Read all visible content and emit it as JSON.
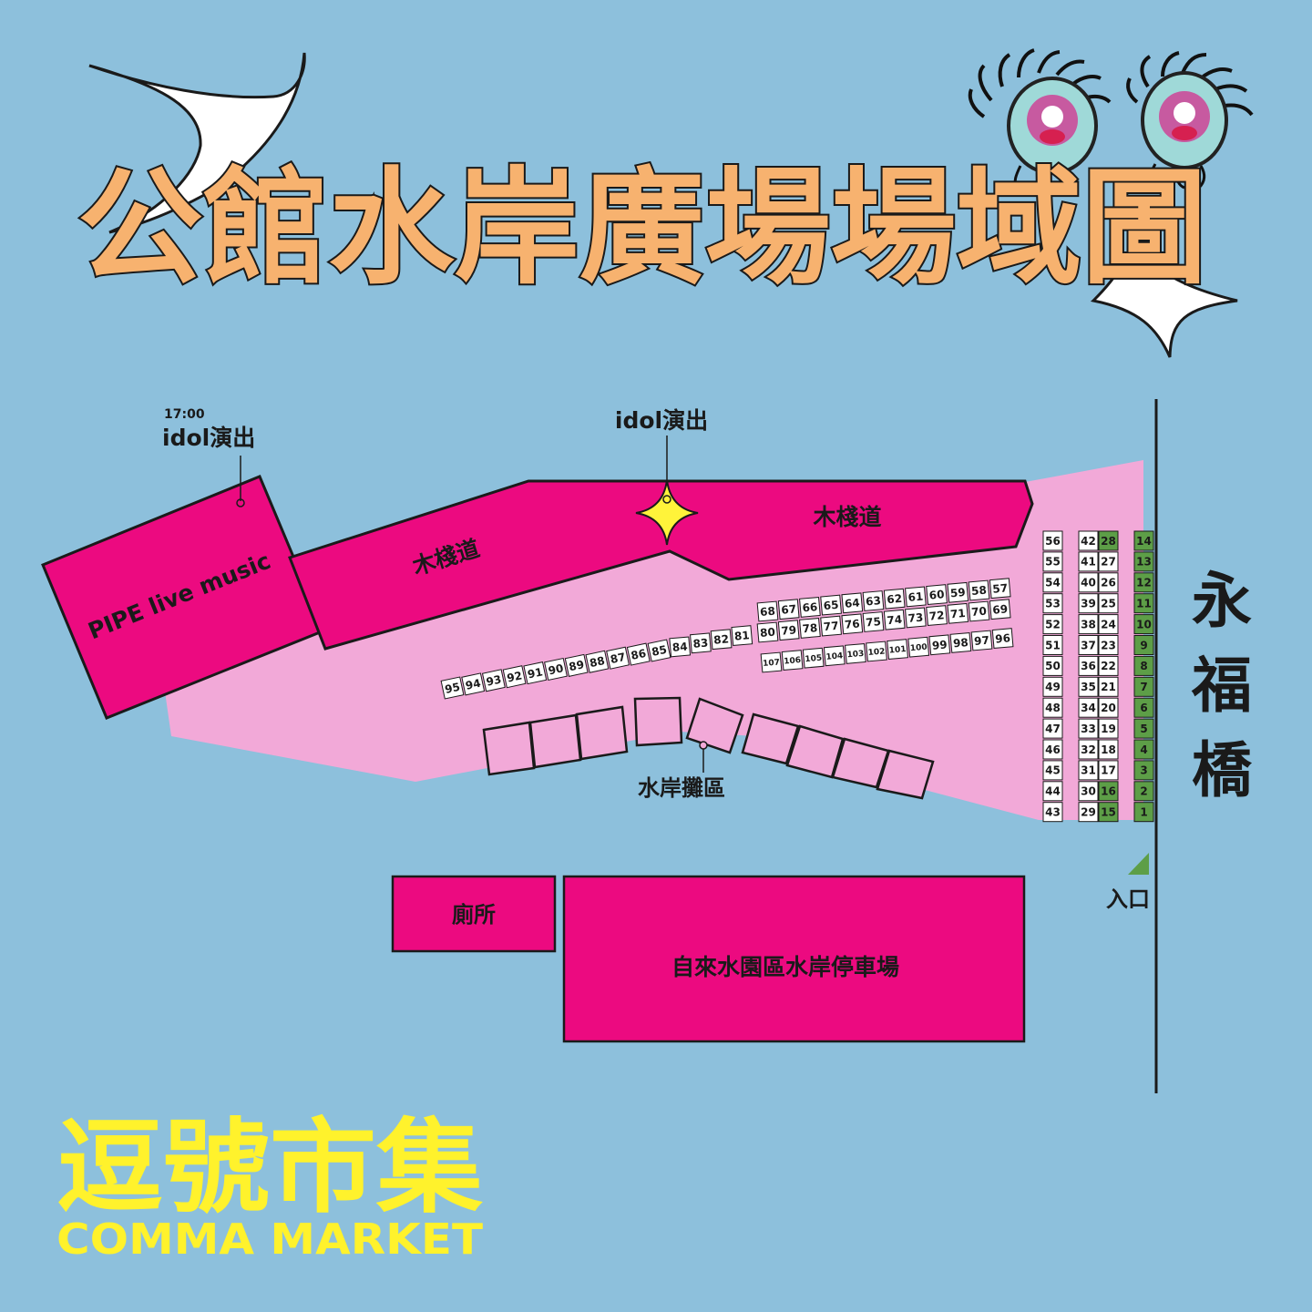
{
  "title": "公館水岸廣場場域圖",
  "stage": {
    "time": "17:00",
    "label": "idol演出",
    "venue": "PIPE live music"
  },
  "center_stage": {
    "label": "idol演出"
  },
  "boardwalk": {
    "label_left": "木棧道",
    "label_right": "木棧道"
  },
  "waterfront_area": {
    "label": "水岸攤區"
  },
  "toilet": {
    "label": "廁所"
  },
  "parking": {
    "label": "自來水園區水岸停車場"
  },
  "bridge": {
    "label": "永福橋"
  },
  "entrance": {
    "label": "入口"
  },
  "logo": {
    "zh": "逗號市集",
    "en": "COMMA MARKET"
  },
  "booths": {
    "col_a": [
      "56",
      "55",
      "54",
      "53",
      "52",
      "51",
      "50",
      "49",
      "48",
      "47",
      "46",
      "45",
      "44",
      "43"
    ],
    "col_b": [
      "42",
      "41",
      "40",
      "39",
      "38",
      "37",
      "36",
      "35",
      "34",
      "33",
      "32",
      "31",
      "30",
      "29"
    ],
    "col_c": [
      "28",
      "27",
      "26",
      "25",
      "24",
      "23",
      "22",
      "21",
      "20",
      "19",
      "18",
      "17",
      "16",
      "15"
    ],
    "col_c_green": [
      "28",
      "16",
      "15"
    ],
    "col_d": [
      "14",
      "13",
      "12",
      "11",
      "10",
      "9",
      "8",
      "7",
      "6",
      "5",
      "4",
      "3",
      "2",
      "1"
    ],
    "row_upper": [
      "68",
      "67",
      "66",
      "65",
      "64",
      "63",
      "62",
      "61",
      "60",
      "59",
      "58",
      "57"
    ],
    "row_mid": [
      "80",
      "79",
      "78",
      "77",
      "76",
      "75",
      "74",
      "73",
      "72",
      "71",
      "70",
      "69"
    ],
    "row_low": [
      "107",
      "106",
      "105",
      "104",
      "103",
      "102",
      "101",
      "100",
      "99",
      "98",
      "97",
      "96"
    ],
    "row_curve": [
      "95",
      "94",
      "93",
      "92",
      "91",
      "90",
      "89",
      "88",
      "87",
      "86",
      "85",
      "84",
      "83",
      "82",
      "81"
    ]
  },
  "colors": {
    "background": "#8dc0dc",
    "magenta": "#ec0a80",
    "pink": "#f2a9d8",
    "title": "#f7b26f",
    "logo": "#fff22c",
    "green": "#5d9e47",
    "star": "#fff33a"
  }
}
